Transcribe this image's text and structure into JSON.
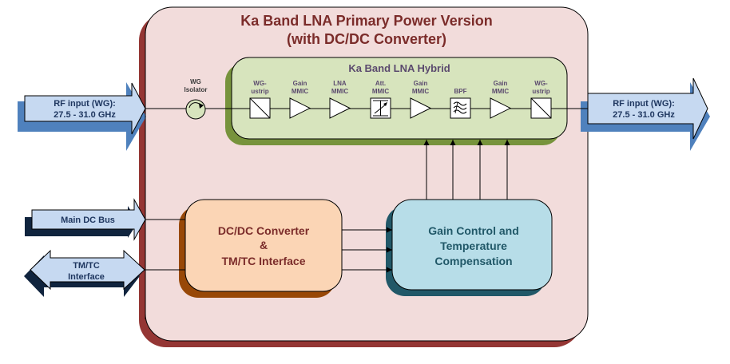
{
  "title": {
    "line1": "Ka Band LNA Primary Power Version",
    "line2": "(with DC/DC Converter)"
  },
  "hybrid": {
    "title": "Ka Band LNA Hybrid",
    "components": [
      {
        "type": "transition",
        "label1": "WG-",
        "label2": "ustrip"
      },
      {
        "type": "amplifier",
        "label1": "Gain",
        "label2": "MMIC"
      },
      {
        "type": "amplifier",
        "label1": "LNA",
        "label2": "MMIC"
      },
      {
        "type": "attenuator",
        "label1": "Att.",
        "label2": "MMIC"
      },
      {
        "type": "amplifier",
        "label1": "Gain",
        "label2": "MMIC"
      },
      {
        "type": "filter",
        "label1": "",
        "label2": "BPF"
      },
      {
        "type": "amplifier",
        "label1": "Gain",
        "label2": "MMIC"
      },
      {
        "type": "transition",
        "label1": "WG-",
        "label2": "ustrip"
      }
    ]
  },
  "isolator": {
    "label1": "WG",
    "label2": "Isolator"
  },
  "rf_input": {
    "line1": "RF input (WG):",
    "line2": "27.5 - 31.0 GHz"
  },
  "rf_output": {
    "line1": "RF input (WG):",
    "line2": "27.5 - 31.0 GHz"
  },
  "main_dc_bus": {
    "label": "Main DC Bus"
  },
  "tmtc": {
    "line1": "TM/TC",
    "line2": "Interface"
  },
  "dcdc": {
    "line1": "DC/DC Converter",
    "line2": "&",
    "line3": "TM/TC Interface"
  },
  "gain_control": {
    "line1": "Gain Control and",
    "line2": "Temperature",
    "line3": "Compensation"
  },
  "colors": {
    "outer_fill": "#f2dcdb",
    "outer_shadow": "#943634",
    "title_text": "#7b2c2a",
    "hybrid_fill": "#d7e4bd",
    "hybrid_shadow": "#77933c",
    "hybrid_text": "#5b4a6e",
    "dcdc_fill": "#fbd5b5",
    "dcdc_shadow": "#984807",
    "dcdc_text": "#7b2c2a",
    "gain_fill": "#b7dde8",
    "gain_shadow": "#215868",
    "gain_text": "#215868",
    "arrow_fill": "#c6d9f1",
    "arrow_shadow_rf": "#4f81bd",
    "arrow_shadow_dc": "#10243e",
    "arrow_text": "#1f3760"
  }
}
